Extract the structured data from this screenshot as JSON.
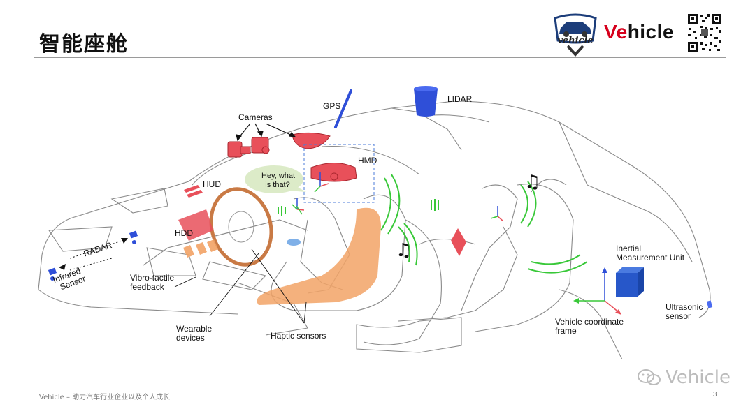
{
  "title": "智能座舱",
  "brand": {
    "text_red": "Ve",
    "text_rest": "hicle",
    "logo_text": "vehicle"
  },
  "labels": {
    "gps": "GPS",
    "lidar": "LIDAR",
    "cameras": "Cameras",
    "hmd": "HMD",
    "speech_line1": "Hey, what",
    "speech_line2": "is that?",
    "hud": "HUD",
    "hdd": "HDD",
    "radar": "RADAR",
    "infrared_line1": "Infrared",
    "infrared_line2": "Sensor",
    "vibro_line1": "Vibro-tactile",
    "vibro_line2": "feedback",
    "wearable_line1": "Wearable",
    "wearable_line2": "devices",
    "haptic": "Haptic sensors",
    "imu_line1": "Inertial",
    "imu_line2": "Measurement Unit",
    "ultrasonic_line1": "Ultrasonic",
    "ultrasonic_line2": "sensor",
    "frame_line1": "Vehicle coordinate",
    "frame_line2": "frame"
  },
  "footer": "Vehicle – 助力汽车行业企业以及个人成长",
  "page_number": "3",
  "watermark": "Vehicle",
  "colors": {
    "accent_red": "#d6001c",
    "sensor_red": "#e8505a",
    "lidar_blue": "#2f4fd8",
    "imu_blue": "#2757c9",
    "seat_orange": "#f2a366",
    "haptic_green": "#38c838",
    "bubble_green": "#dcebc8"
  }
}
